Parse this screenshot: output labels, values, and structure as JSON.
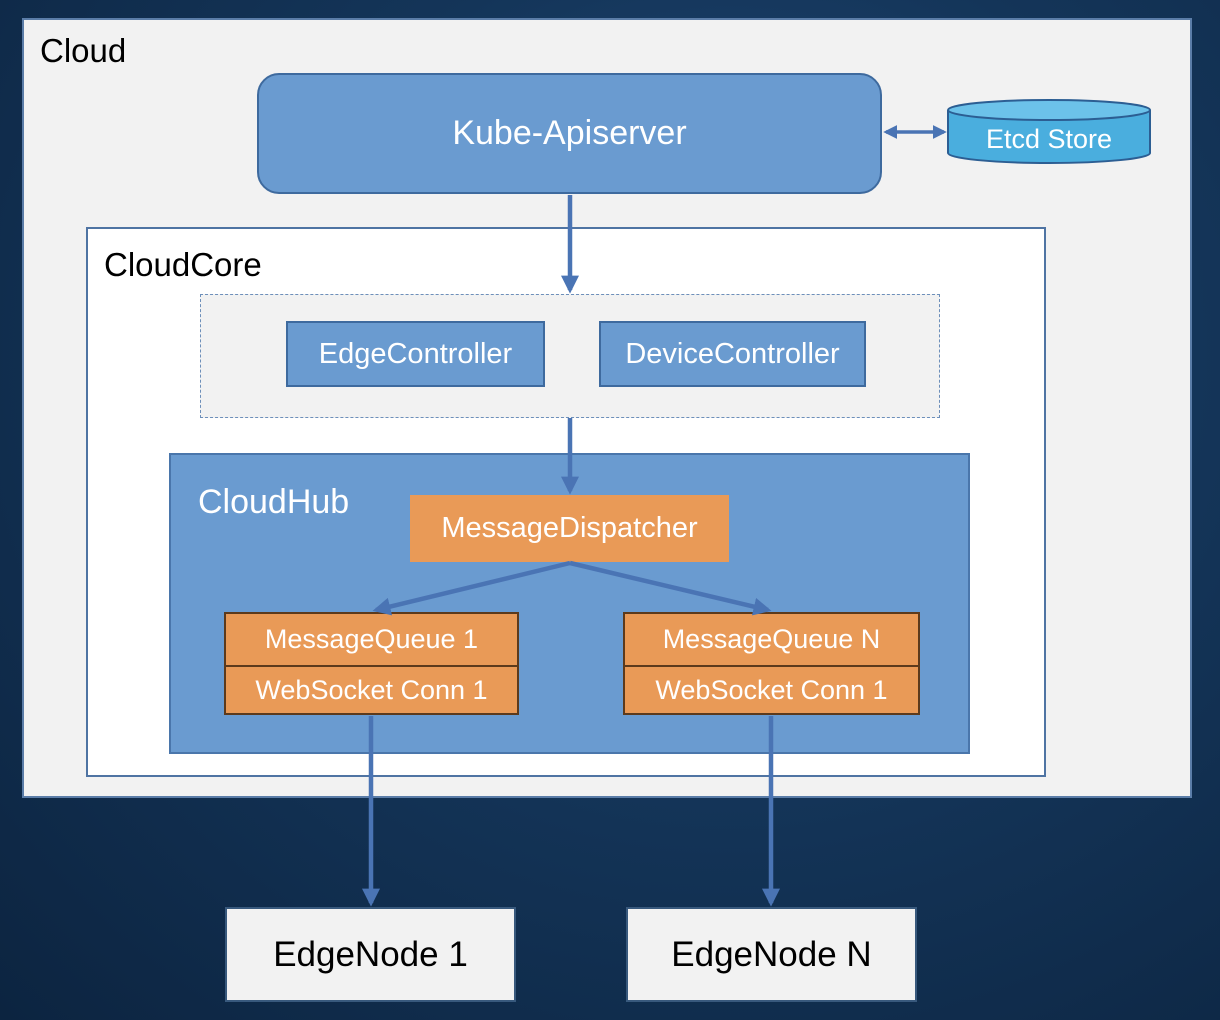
{
  "cloud": {
    "label": "Cloud"
  },
  "kube_apiserver": {
    "label": "Kube-Apiserver"
  },
  "etcd": {
    "label": "Etcd Store"
  },
  "cloudcore": {
    "label": "CloudCore",
    "edge_controller": "EdgeController",
    "device_controller": "DeviceController"
  },
  "cloudhub": {
    "label": "CloudHub",
    "dispatcher": "MessageDispatcher",
    "queues": [
      {
        "queue": "MessageQueue 1",
        "conn": "WebSocket Conn 1"
      },
      {
        "queue": "MessageQueue N",
        "conn": "WebSocket Conn 1"
      }
    ]
  },
  "edge_nodes": [
    "EdgeNode 1",
    "EdgeNode N"
  ],
  "colors": {
    "blue_box": "#6a9bd0",
    "orange_box": "#e99a57",
    "etcd": "#4aaede",
    "arrow": "#4a74b4"
  }
}
